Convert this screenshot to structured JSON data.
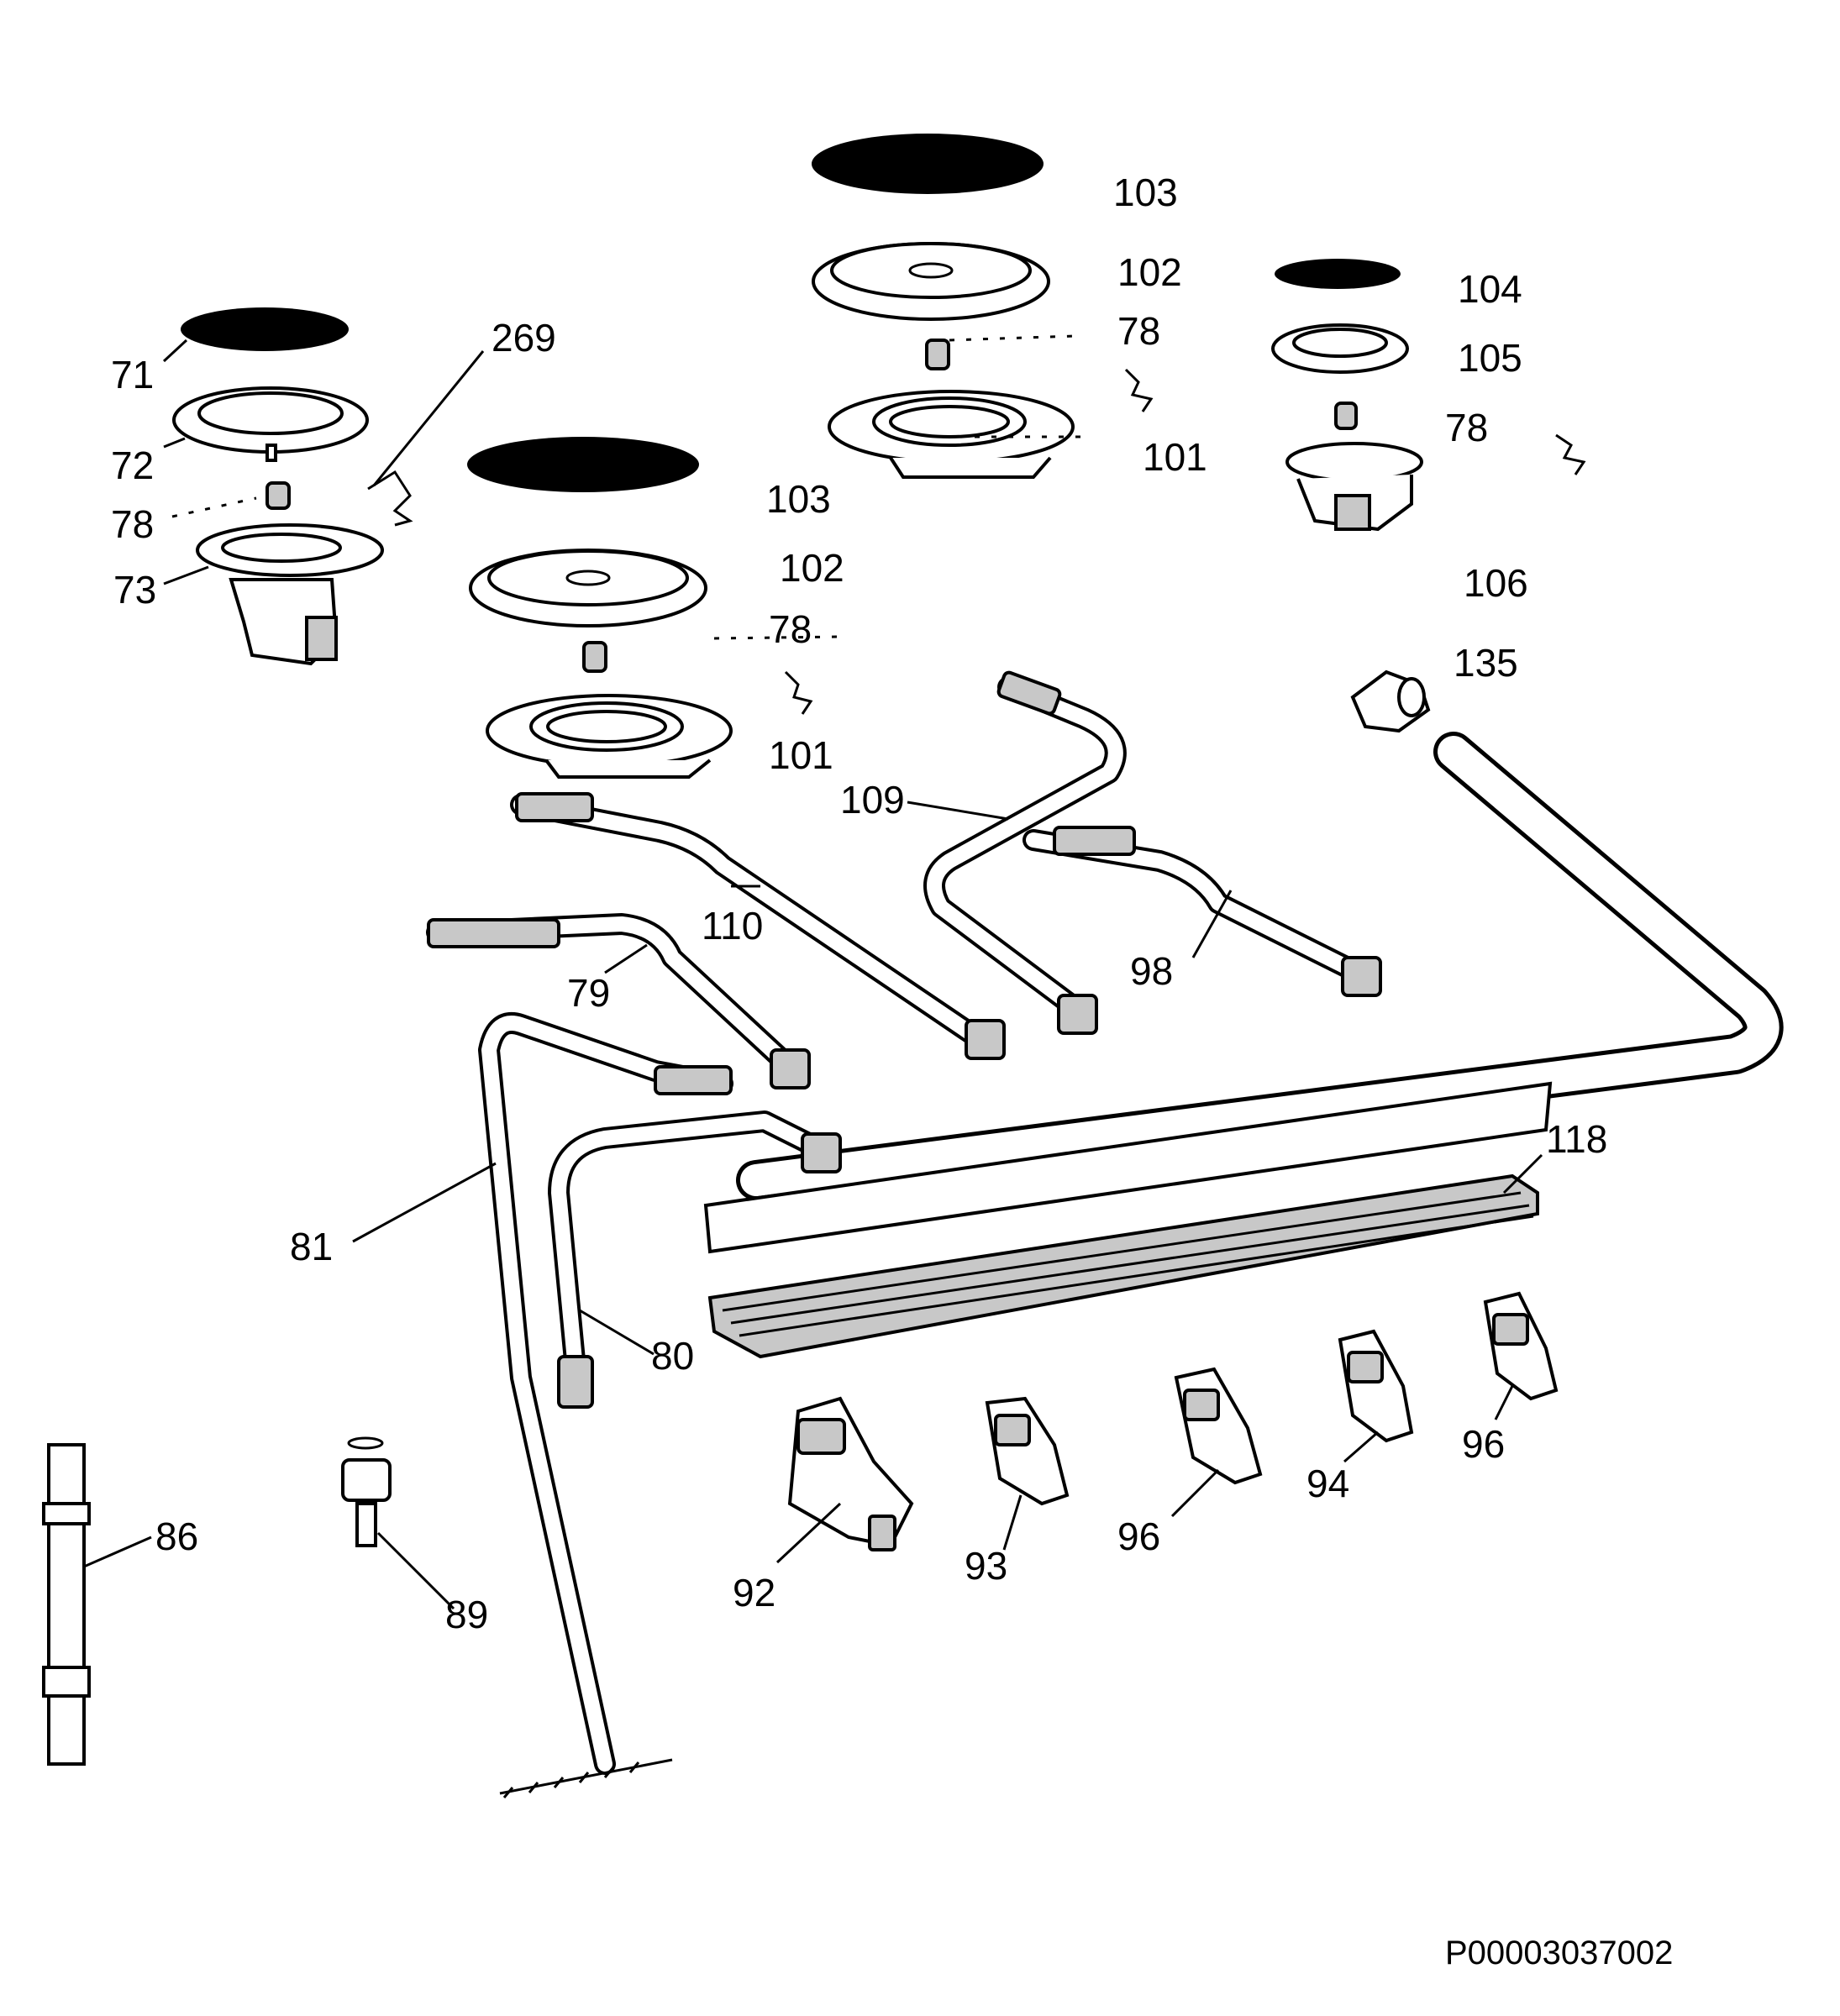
{
  "diagram": {
    "document_code": "P00003037002",
    "labels": {
      "l71": "71",
      "l72": "72",
      "l78a": "78",
      "l73": "73",
      "l269": "269",
      "l103a": "103",
      "l102a": "102",
      "l78b": "78",
      "l101a": "101",
      "l103b": "103",
      "l102b": "102",
      "l78c": "78",
      "l101b": "101",
      "l104": "104",
      "l105": "105",
      "l78d": "78",
      "l106": "106",
      "l135": "135",
      "l109": "109",
      "l110": "110",
      "l98": "98",
      "l79": "79",
      "l81": "81",
      "l80": "80",
      "l118": "118",
      "l86": "86",
      "l89": "89",
      "l92": "92",
      "l93": "93",
      "l96a": "96",
      "l94": "94",
      "l96b": "96"
    }
  }
}
